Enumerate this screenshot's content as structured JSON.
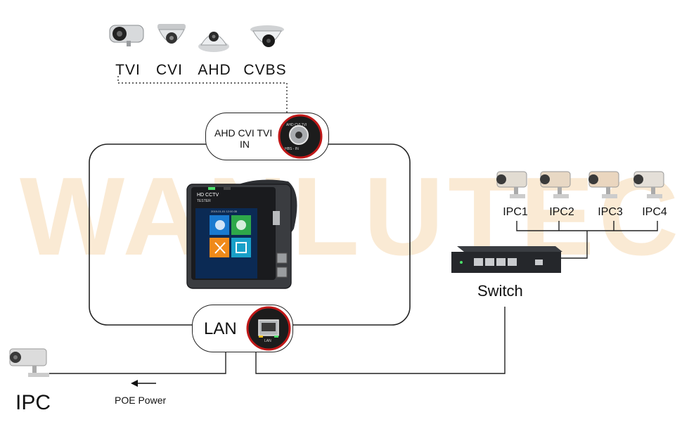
{
  "watermark": "WANLUTECH",
  "analog_cameras": [
    {
      "label": "TVI"
    },
    {
      "label": "CVI"
    },
    {
      "label": "AHD"
    },
    {
      "label": "CVBS"
    }
  ],
  "analog_input": {
    "label_line1": "AHD CVI TVI",
    "label_line2": "IN",
    "port_top_text": "AHD CVI TVI",
    "port_bottom_text": "HBS - IN"
  },
  "lan_port": {
    "label": "LAN",
    "port_text": "LAN"
  },
  "ip_cameras": [
    {
      "label": "IPC1"
    },
    {
      "label": "IPC2"
    },
    {
      "label": "IPC3"
    },
    {
      "label": "IPC4"
    }
  ],
  "switch": {
    "label": "Switch"
  },
  "ipc": {
    "label": "IPC"
  },
  "poe": {
    "label": "POE Power"
  },
  "tester_screen": {
    "app_title": "HD CCTV",
    "app_subtitle": "TESTER",
    "status_text": "2019-01-01 12:00:35"
  },
  "colors": {
    "accent_red": "#c01818",
    "watermark": "#f0be78",
    "tile_blue": "#1a7ad0",
    "tile_green": "#2ea84a",
    "tile_orange": "#f08a1a",
    "tile_cyan": "#19a0c8"
  }
}
